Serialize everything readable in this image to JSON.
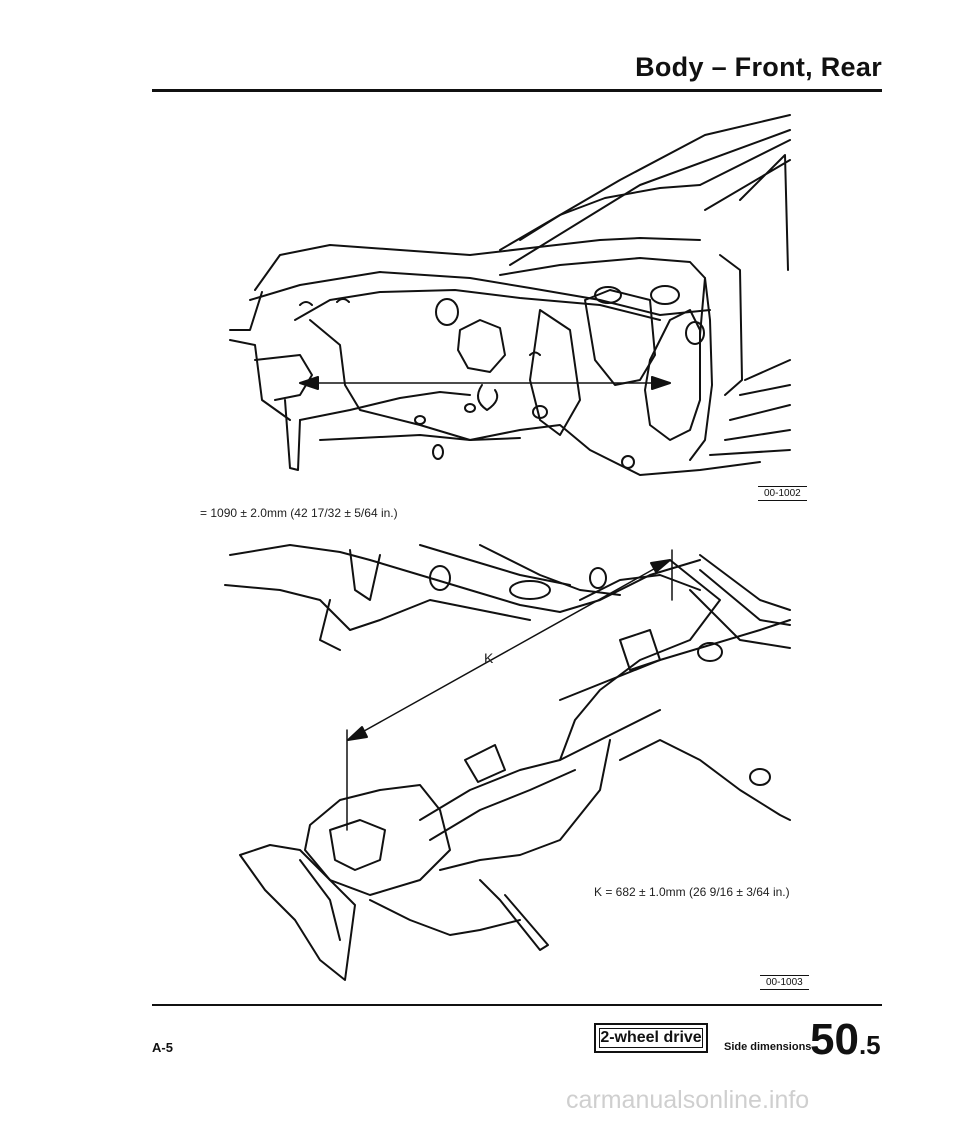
{
  "header": {
    "title": "Body – Front, Rear"
  },
  "figure_top": {
    "dimension_label": "= 1090 ± 2.0mm (42 17/32 ± 5/64 in.)",
    "figure_id": "00-1002"
  },
  "figure_bottom": {
    "marker": "K",
    "dimension_label": "K = 682 ± 1.0mm (26 9/16 ± 3/64 in.)",
    "figure_id": "00-1003"
  },
  "footer": {
    "page_code": "A-5",
    "drive_label": "2-wheel drive",
    "section_label": "Side dimensions",
    "section_number": "50",
    "section_sub": ".5"
  },
  "watermark": "carmanualsonline.info"
}
